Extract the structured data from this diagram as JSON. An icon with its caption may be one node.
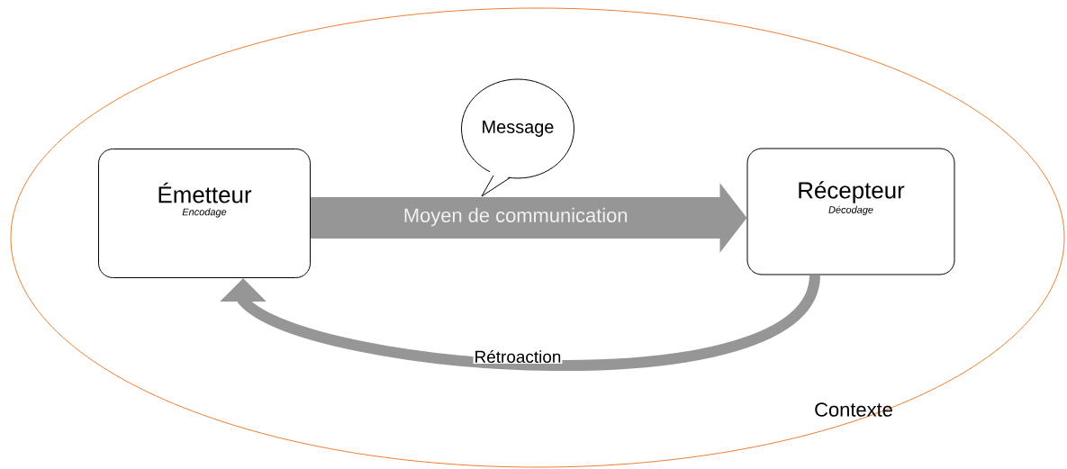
{
  "diagram": {
    "nodes": [
      {
        "text": [
          "Contexte"
        ]
      },
      {
        "text": [
          "Émetteur",
          "Encodage"
        ],
        "in": 0
      },
      {
        "text": [
          "Message"
        ],
        "in": 0
      },
      {
        "text": [
          "Récepteur",
          "Décodage"
        ],
        "in": 0
      }
    ],
    "edges": [
      {
        "from": 1,
        "to": 3,
        "arrow": "to",
        "label": "Moyen de communication",
        "style": "thick"
      },
      {
        "from": 3,
        "to": 1,
        "arrow": "to",
        "label": "Rétroaction"
      }
    ]
  }
}
